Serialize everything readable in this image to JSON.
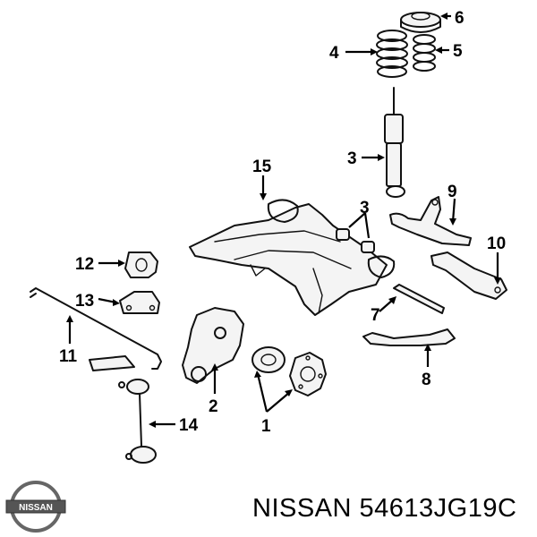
{
  "callouts": {
    "c1": "1",
    "c2": "2",
    "c3": "3",
    "c3b": "3",
    "c4": "4",
    "c5": "5",
    "c6": "6",
    "c7": "7",
    "c8": "8",
    "c9": "9",
    "c10": "10",
    "c11": "11",
    "c12": "12",
    "c13": "13",
    "c14": "14",
    "c15": "15"
  },
  "footer": {
    "part_label": "NISSAN 54613JG19C"
  },
  "logo": {
    "text": "NISSAN"
  },
  "colors": {
    "ink": "#000000",
    "background": "#ffffff"
  }
}
